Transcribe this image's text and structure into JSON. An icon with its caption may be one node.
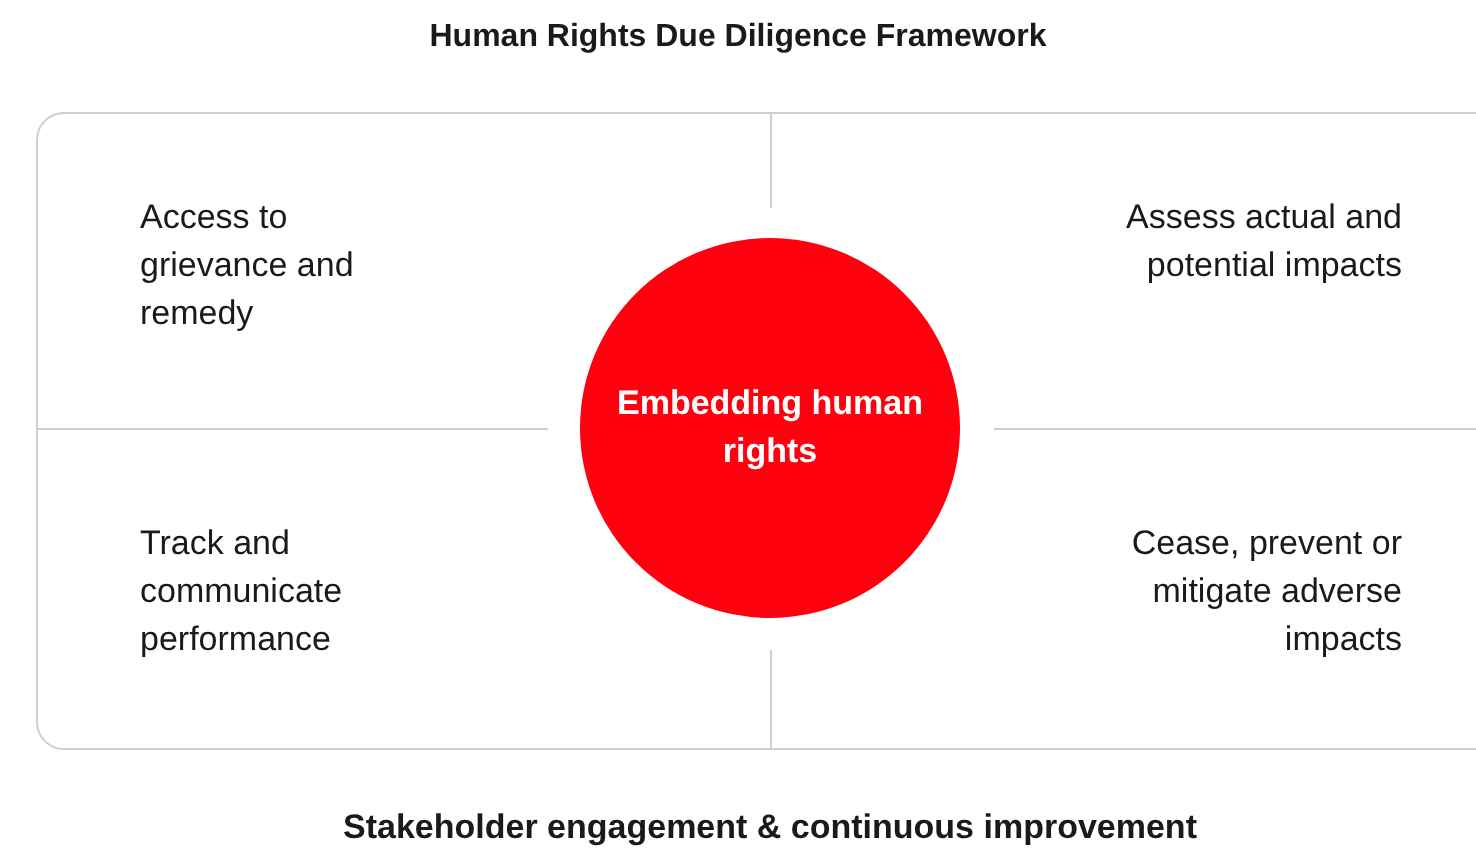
{
  "diagram": {
    "title": "Human Rights Due Diligence Framework",
    "caption": "Stakeholder engagement & continuous improvement",
    "nodes": [
      {
        "text": [
          "Embedding human rights"
        ]
      }
    ],
    "labels": [
      "Access to grievance and remedy",
      "Assess actual and potential impacts",
      "Track and communicate performance",
      "Cease, prevent or mitigate adverse impacts"
    ]
  }
}
